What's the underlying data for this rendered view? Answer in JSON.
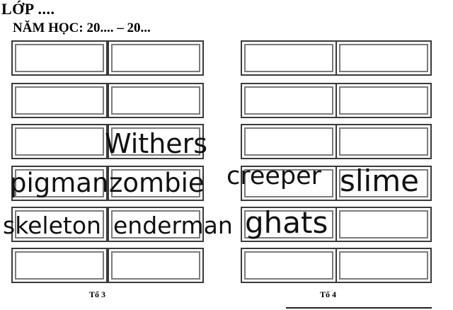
{
  "header": {
    "class_line": "LỚP ....",
    "year_line": "NĂM HỌC: 20.... – 20..."
  },
  "groups": [
    {
      "label": "Tổ 3"
    },
    {
      "label": "Tổ 4"
    }
  ],
  "handwritten": [
    "Withers",
    "pigman",
    "zombie",
    "creeper",
    "slime",
    "skeleton",
    "enderman",
    "ghats"
  ]
}
